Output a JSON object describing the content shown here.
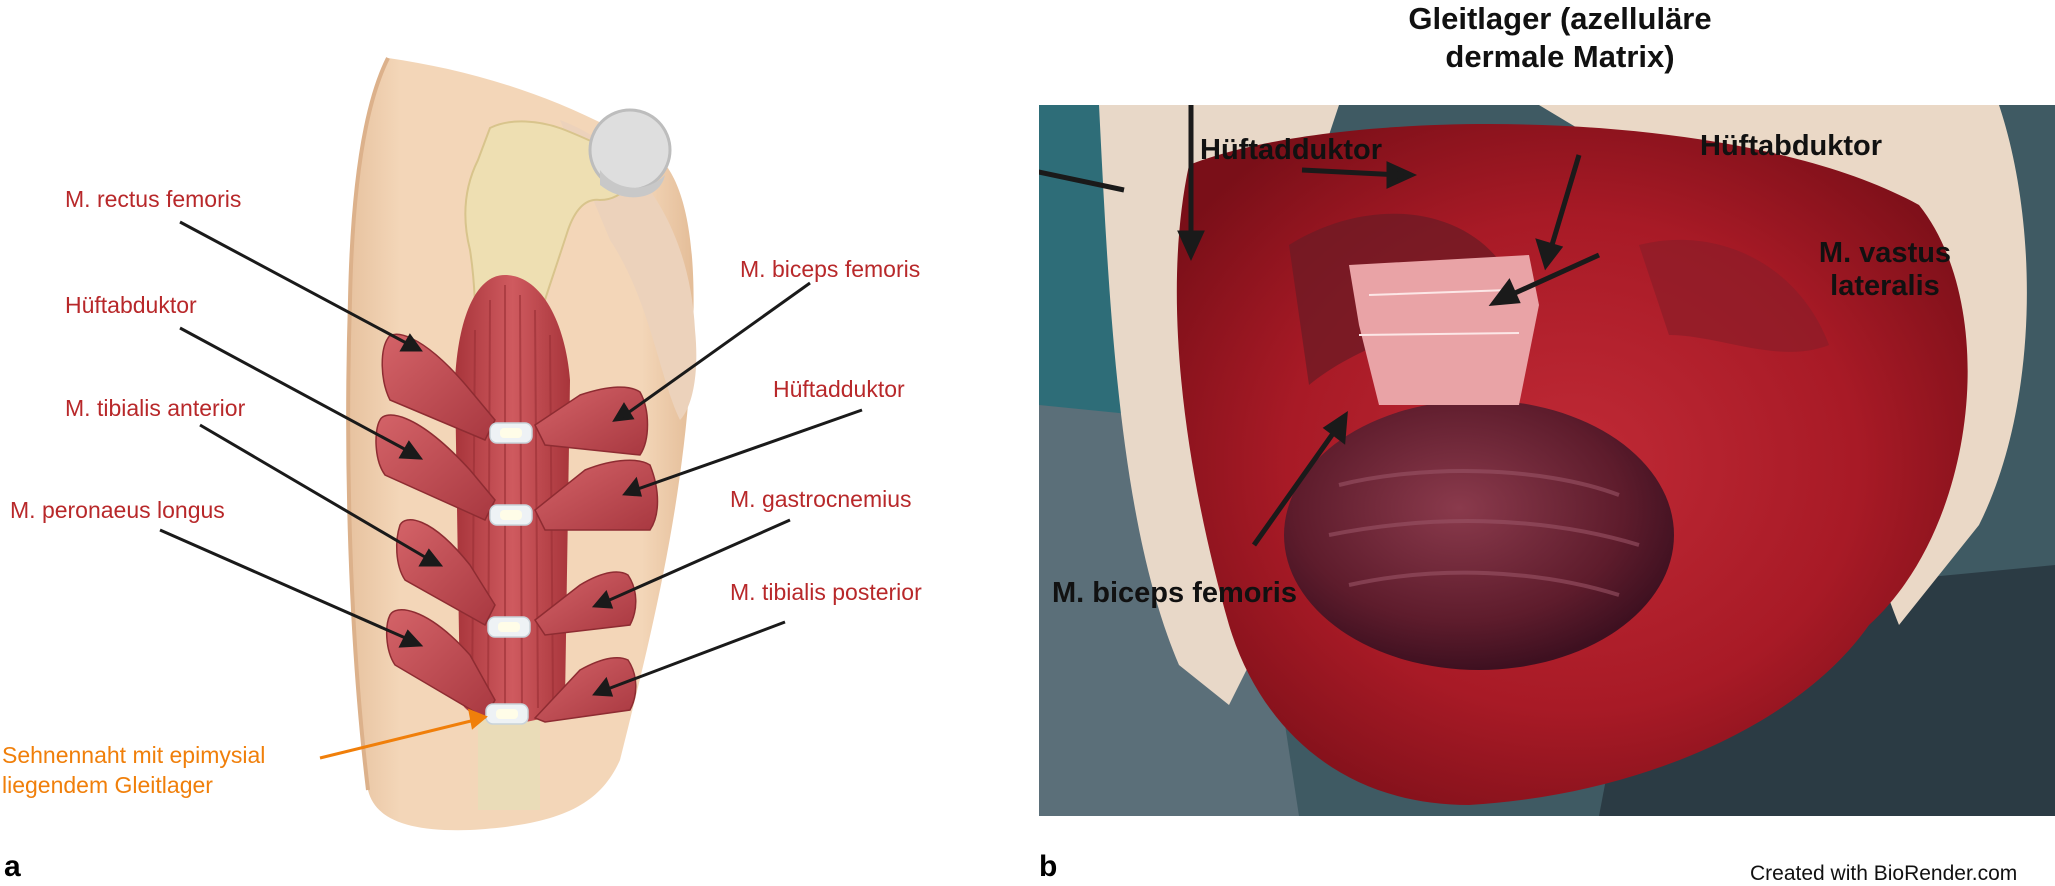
{
  "panel_a": {
    "letter": "a",
    "labels": {
      "rectus_femoris": "M. rectus femoris",
      "hueftabduktor": "Hüftabduktor",
      "tibialis_anterior": "M. tibialis anterior",
      "peronaeus_longus": "M. peronaeus longus",
      "biceps_femoris": "M. biceps femoris",
      "hueftadduktor": "Hüftadduktor",
      "gastrocnemius": "M. gastrocnemius",
      "tibialis_posterior": "M. tibialis posterior"
    },
    "suture_label_line1": "Sehnennaht mit epimysial",
    "suture_label_line2": "liegendem Gleitlager"
  },
  "panel_b": {
    "letter": "b",
    "top_label_line1": "Gleitlager (azelluläre",
    "top_label_line2": "dermale Matrix)",
    "labels": {
      "hueftadduktor": "Hüftadduktor",
      "hueftabduktor": "Hüftabduktor",
      "vastus_line1": "M. vastus",
      "vastus_line2": "lateralis",
      "biceps_femoris": "M. biceps femoris"
    }
  },
  "credit": "Created with BioRender.com",
  "colors": {
    "label_red": "#b8282a",
    "label_orange": "#f07f0a",
    "skin": "#f1d2b3",
    "muscle": "#c1444a",
    "bone": "#eedfb2",
    "tendon_pad": "#e9eef1",
    "tissue_red": "#b41f2c"
  }
}
